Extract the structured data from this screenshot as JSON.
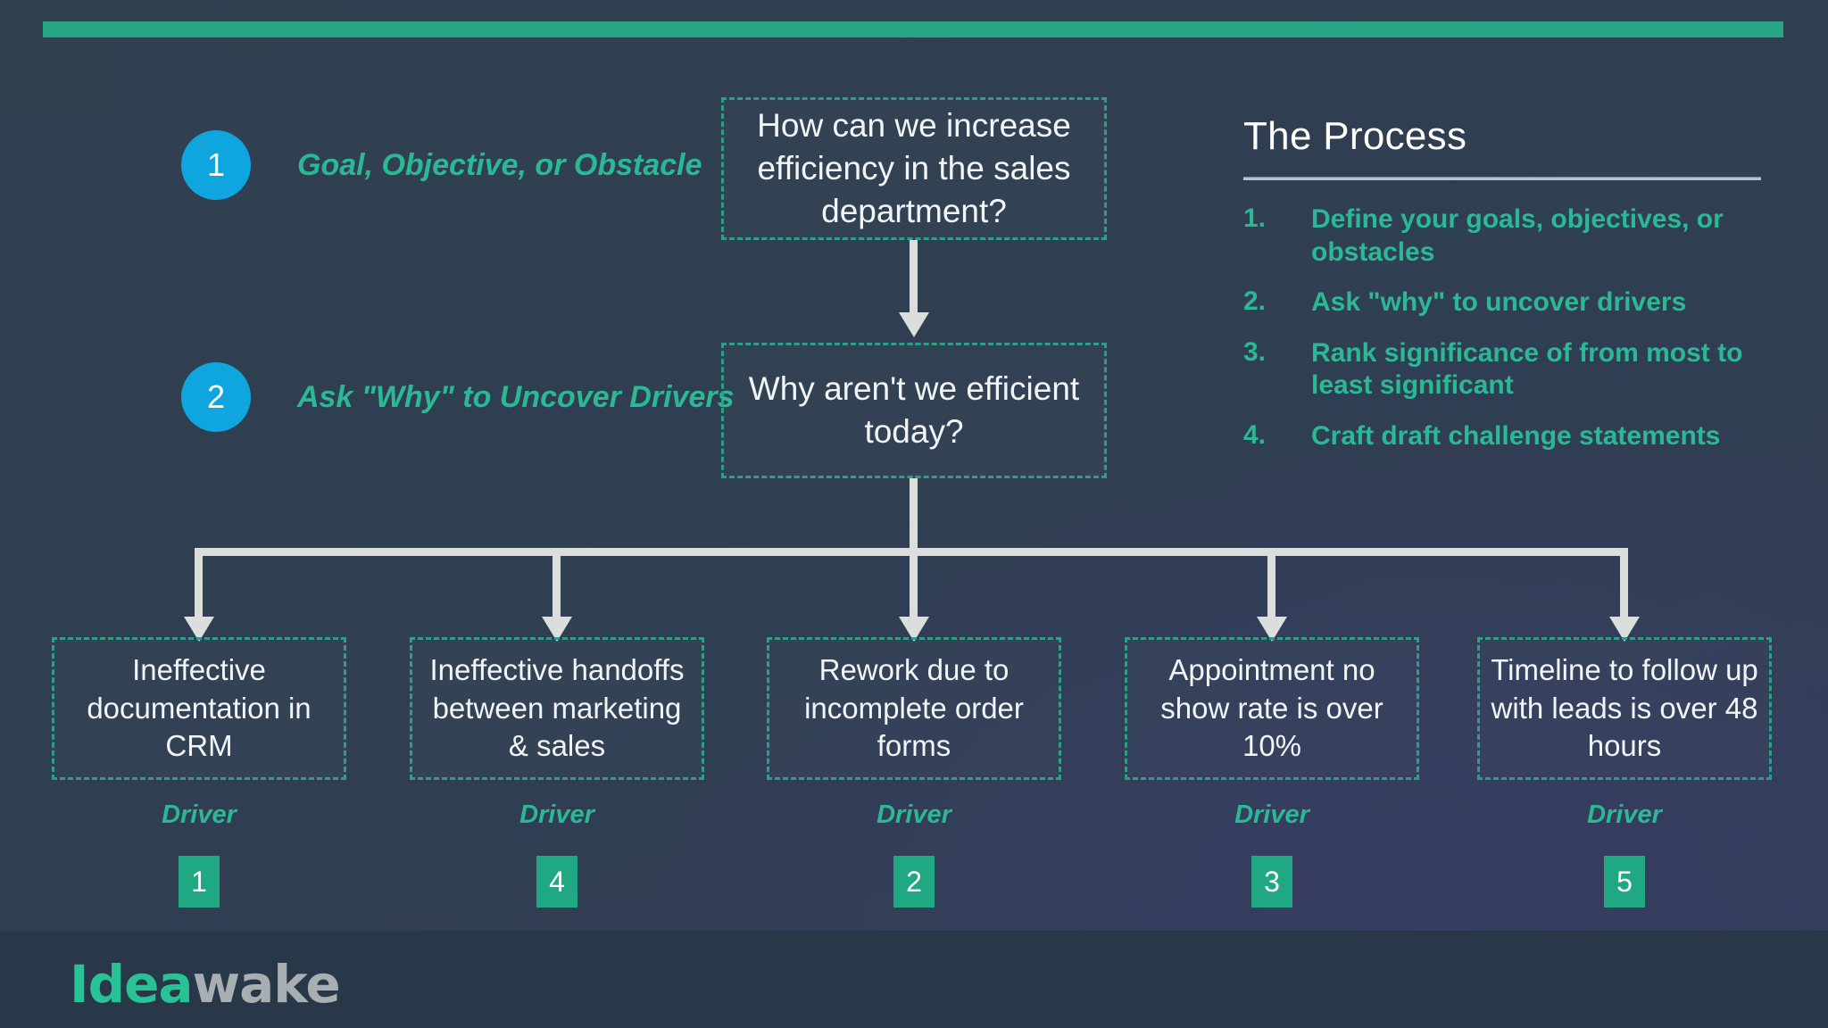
{
  "accent": {
    "green": "#27a684",
    "teal_text": "#2bb894",
    "blue_circle": "#0fa5de",
    "chip_green": "#1fa882",
    "connector_gray": "#dcdedd",
    "background": "#2c3e50",
    "footer": "#293849"
  },
  "top_bar": {
    "name": "top-accent-bar"
  },
  "steps": [
    {
      "number": "1",
      "label": "Goal, Objective, or Obstacle"
    },
    {
      "number": "2",
      "label": "Ask \"Why\" to Uncover Drivers"
    }
  ],
  "questions": [
    {
      "text": "How can we increase efficiency in the sales department?"
    },
    {
      "text": "Why aren't we efficient today?"
    }
  ],
  "drivers": [
    {
      "text": "Ineffective documentation in CRM",
      "caption": "Driver",
      "rank": "1"
    },
    {
      "text": "Ineffective handoffs between marketing & sales",
      "caption": "Driver",
      "rank": "4"
    },
    {
      "text": "Rework due to incomplete order forms",
      "caption": "Driver",
      "rank": "2"
    },
    {
      "text": "Appointment no show rate is over 10%",
      "caption": "Driver",
      "rank": "3"
    },
    {
      "text": "Timeline to follow up with leads is over 48 hours",
      "caption": "Driver",
      "rank": "5"
    }
  ],
  "process": {
    "title": "The Process",
    "items": [
      {
        "num": "1.",
        "text": "Define your goals, objectives, or obstacles"
      },
      {
        "num": "2.",
        "text": "Ask \"why\" to uncover drivers"
      },
      {
        "num": "3.",
        "text": "Rank significance of from most to least significant"
      },
      {
        "num": "4.",
        "text": "Craft draft challenge statements"
      }
    ]
  },
  "footer": {
    "logo_part1": "Idea",
    "logo_part2": "wake"
  }
}
